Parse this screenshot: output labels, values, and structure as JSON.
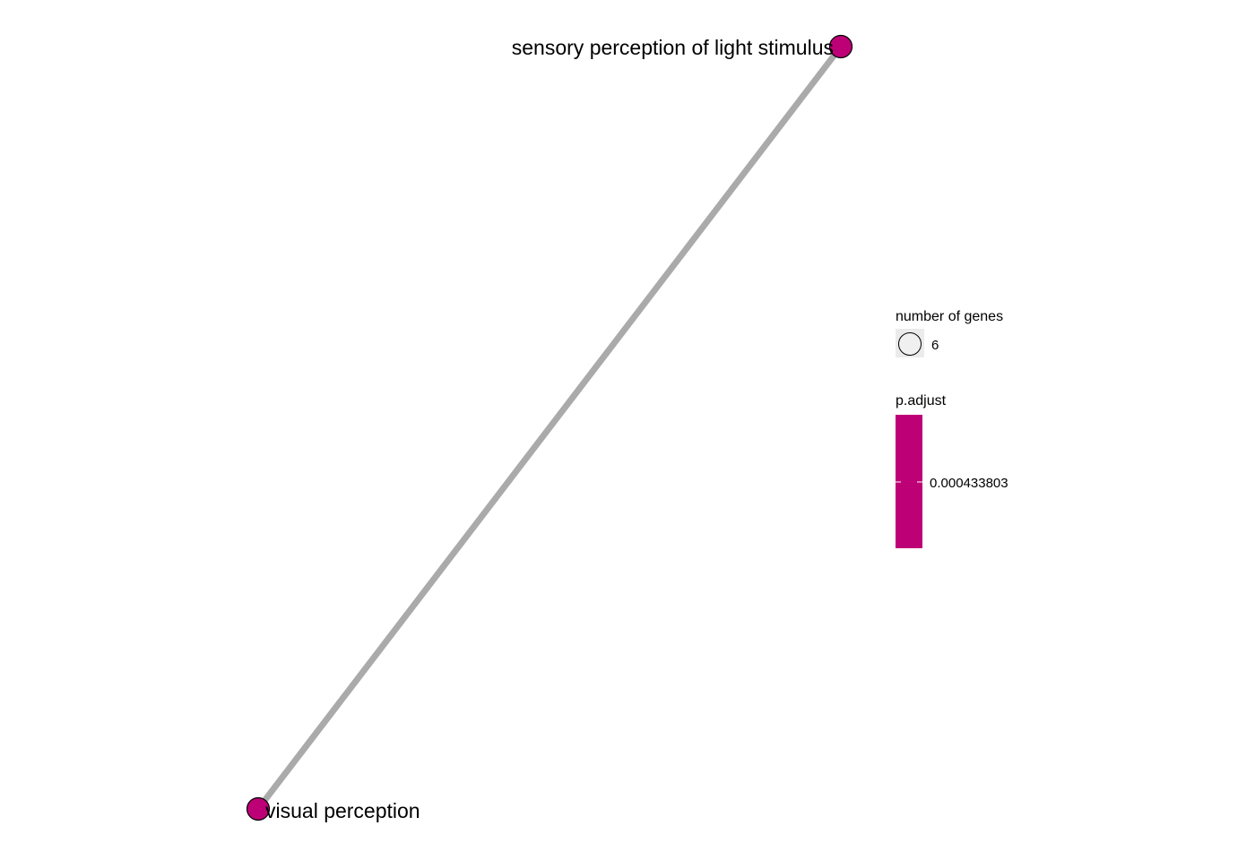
{
  "network": {
    "nodes": [
      {
        "id": "n1",
        "label": "sensory perception of light stimulus",
        "label_side": "left"
      },
      {
        "id": "n2",
        "label": "visual perception",
        "label_side": "right"
      }
    ],
    "edges": [
      {
        "source": "n1",
        "target": "n2"
      }
    ],
    "colors": {
      "node_fill": "#BE0077",
      "node_stroke": "#000000",
      "edge": "#AAAAAA"
    }
  },
  "legend": {
    "size": {
      "title": "number of genes",
      "values": [
        "6"
      ],
      "key_background": "#EBEBEB",
      "key_fill": "#F0F0F0"
    },
    "color": {
      "title": "p.adjust",
      "values": [
        "0.000433803"
      ],
      "bar_color": "#BE0077"
    }
  }
}
